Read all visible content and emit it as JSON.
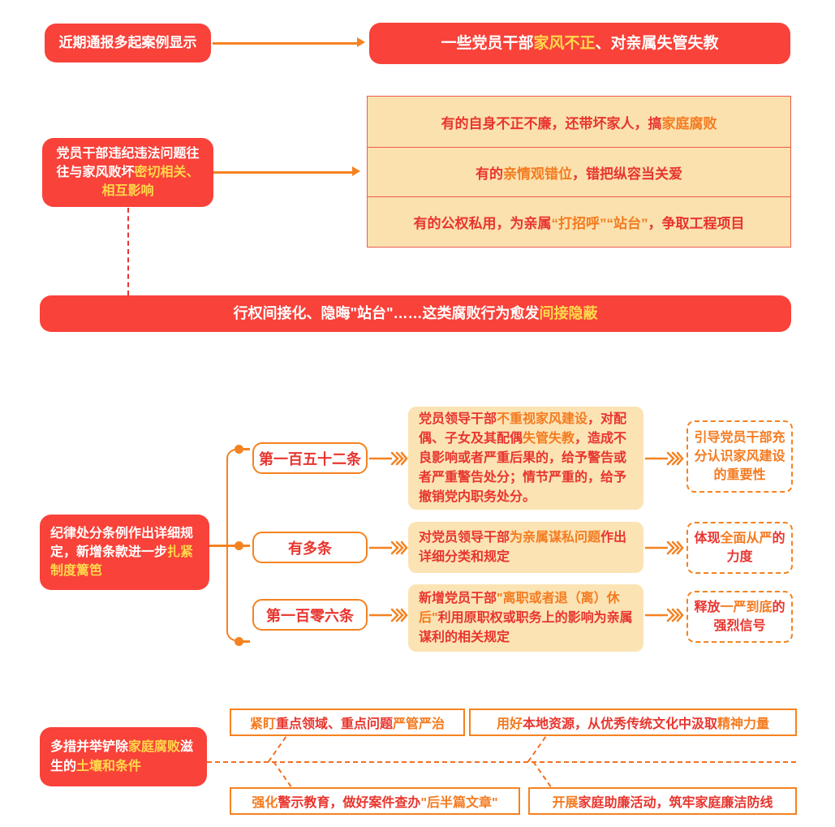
{
  "meta": {
    "colors": {
      "red_fill": "#f9423a",
      "red_text": "#e8352e",
      "orange": "#f47b20",
      "orange_line": "#f58220",
      "cream_fill": "#fae1ae",
      "soft_cream": "#fbe3b4",
      "yellow_text": "#ffd94a",
      "white": "#ffffff",
      "page_bg": "#ffffff"
    }
  },
  "section1": {
    "source_pill": {
      "text": "近期通报多起案例显示"
    },
    "headline_banner": {
      "parts": [
        {
          "t": "一些党员干部",
          "c": "white"
        },
        {
          "t": "家风不正",
          "c": "yellow"
        },
        {
          "t": "、对亲属失管失教",
          "c": "white"
        }
      ]
    },
    "cause_pill": {
      "parts": [
        {
          "t": "党员干部违纪违法问题往往与家风败坏",
          "c": "white"
        },
        {
          "t": "密切相关、相互影响",
          "c": "yellow"
        }
      ]
    },
    "examples_table": {
      "rows": [
        {
          "parts": [
            {
              "t": "有的自身不正不廉，还带坏家人，搞",
              "c": "red"
            },
            {
              "t": "家庭腐败",
              "c": "orange"
            }
          ]
        },
        {
          "parts": [
            {
              "t": "有的",
              "c": "red"
            },
            {
              "t": "亲情观错位",
              "c": "orange"
            },
            {
              "t": "，错把纵容当关爱",
              "c": "red"
            }
          ]
        },
        {
          "parts": [
            {
              "t": "有的公权私用，为亲属",
              "c": "red"
            },
            {
              "t": "“打招呼”“站台”",
              "c": "orange"
            },
            {
              "t": "，争取工程项目",
              "c": "red"
            }
          ]
        }
      ]
    },
    "conclusion_banner": {
      "parts": [
        {
          "t": "行权间接化、隐晦\"站台\"……这类腐败行为愈发",
          "c": "white"
        },
        {
          "t": "间接隐蔽",
          "c": "yellow"
        }
      ]
    }
  },
  "section2": {
    "root_pill": {
      "parts": [
        {
          "t": "纪律处分条例作出详细规定，新增条款进一步",
          "c": "white"
        },
        {
          "t": "扎紧制度篱笆",
          "c": "yellow"
        }
      ]
    },
    "branches": [
      {
        "label": "第一百五十二条",
        "detail": {
          "parts": [
            {
              "t": "党员领导干部",
              "c": "red"
            },
            {
              "t": "不重视家风建设",
              "c": "orange"
            },
            {
              "t": "，对配偶、子女及其配偶",
              "c": "red"
            },
            {
              "t": "失管失教",
              "c": "orange"
            },
            {
              "t": "，造成不良影响或者严重后果的，给予警告或者严重警告处分；情节严重的，给予撤销党内职务处分。",
              "c": "red"
            }
          ]
        },
        "note": {
          "parts": [
            {
              "t": "引导党员干部充分认识家风建设的重要性",
              "c": "orange"
            }
          ]
        }
      },
      {
        "label": "有多条",
        "detail": {
          "parts": [
            {
              "t": "对党员领导干部",
              "c": "red"
            },
            {
              "t": "为亲属谋私问题",
              "c": "orange"
            },
            {
              "t": "作出详细分类和规定",
              "c": "red"
            }
          ]
        },
        "note": {
          "parts": [
            {
              "t": "体现",
              "c": "red"
            },
            {
              "t": "全面从严",
              "c": "orange"
            },
            {
              "t": "的力度",
              "c": "red"
            }
          ]
        }
      },
      {
        "label": "第一百零六条",
        "detail": {
          "parts": [
            {
              "t": "新增党员干部",
              "c": "red"
            },
            {
              "t": "\"离职或者退（离）休后\"",
              "c": "orange"
            },
            {
              "t": "利用原职权或职务上的影响为亲属谋利的相关规定",
              "c": "red"
            }
          ]
        },
        "note": {
          "parts": [
            {
              "t": "释放",
              "c": "red"
            },
            {
              "t": "一严到底",
              "c": "orange"
            },
            {
              "t": "的强烈信号",
              "c": "red"
            }
          ]
        }
      }
    ]
  },
  "section3": {
    "root_pill": {
      "parts": [
        {
          "t": "多措并举铲除",
          "c": "white"
        },
        {
          "t": "家庭腐败",
          "c": "yellow"
        },
        {
          "t": "滋生的",
          "c": "white"
        },
        {
          "t": "土壤和条件",
          "c": "yellow"
        }
      ]
    },
    "measures_top": [
      {
        "parts": [
          {
            "t": "紧盯",
            "c": "orange"
          },
          {
            "t": "重点领域、重点问题",
            "c": "red"
          },
          {
            "t": "严管严治",
            "c": "orange"
          }
        ]
      },
      {
        "parts": [
          {
            "t": "用好",
            "c": "orange"
          },
          {
            "t": "本地资源，从优秀传统文化中汲取",
            "c": "red"
          },
          {
            "t": "精神力量",
            "c": "orange"
          }
        ]
      }
    ],
    "measures_bottom": [
      {
        "parts": [
          {
            "t": "强化",
            "c": "orange"
          },
          {
            "t": "警示教育，做好案件查办",
            "c": "red"
          },
          {
            "t": "\"后半篇文章\"",
            "c": "orange"
          }
        ]
      },
      {
        "parts": [
          {
            "t": "开展",
            "c": "orange"
          },
          {
            "t": "家庭助廉活动，筑牢家庭廉洁防线",
            "c": "red"
          }
        ]
      }
    ]
  }
}
